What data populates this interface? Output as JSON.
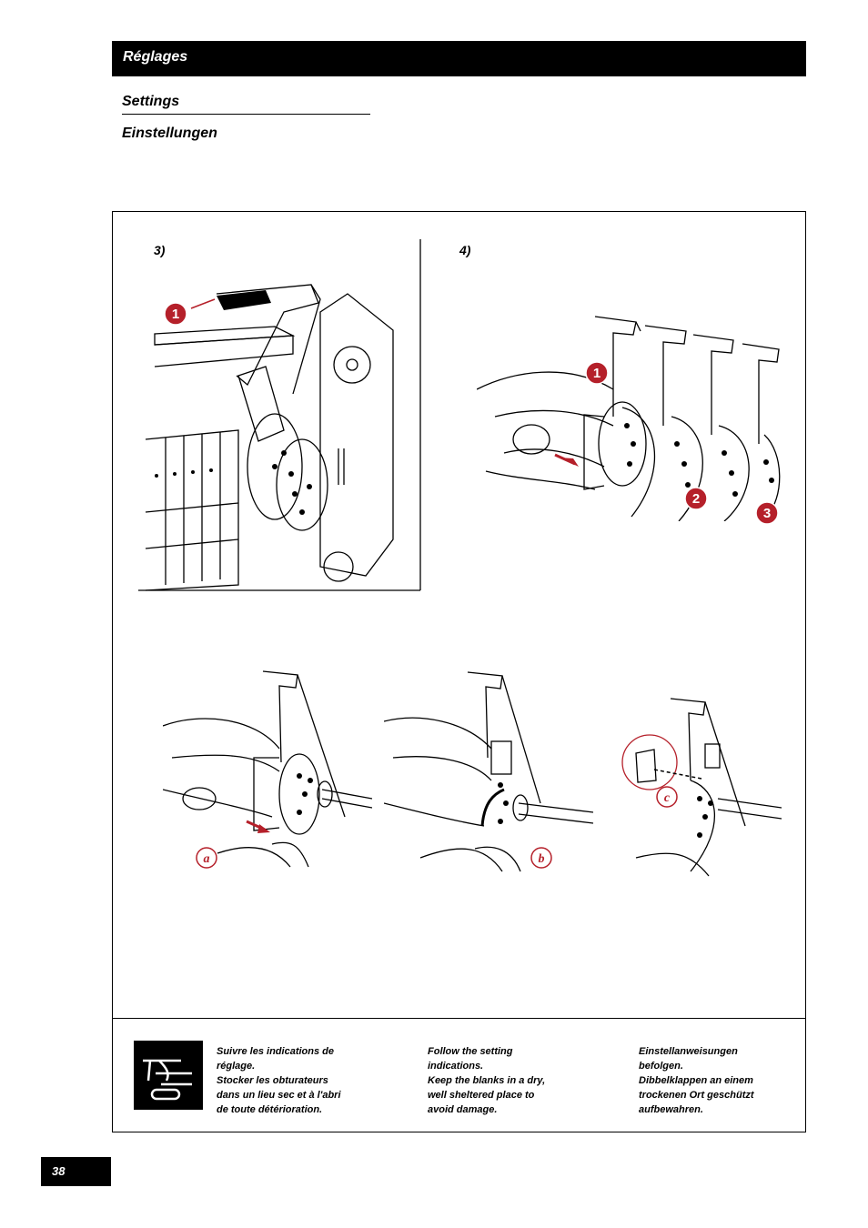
{
  "header": {
    "title": "Réglages"
  },
  "subtitles": {
    "settings": "Settings",
    "einstellungen": "Einstellungen"
  },
  "steps": {
    "step3": "3)",
    "step4": "4)"
  },
  "callouts": {
    "step3": [
      "1"
    ],
    "step4": [
      "1",
      "2",
      "3"
    ],
    "details": [
      "a",
      "b",
      "c"
    ]
  },
  "notes": {
    "fr": "Suivre les indications de\nréglage.\nStocker les obturateurs\ndans un lieu sec et à l'abri\nde toute détérioration.",
    "en": "Follow the setting\nindications.\nKeep the blanks in a dry,\nwell sheltered place to\navoid damage.",
    "de": "Einstellanweisungen\nbefolgen.\nDibbelklappen an einem\ntrockenen Ort geschützt\naufbewahren."
  },
  "footer": {
    "page_number": "38"
  },
  "colors": {
    "callout": "#b5202a",
    "bar": "#000000"
  }
}
